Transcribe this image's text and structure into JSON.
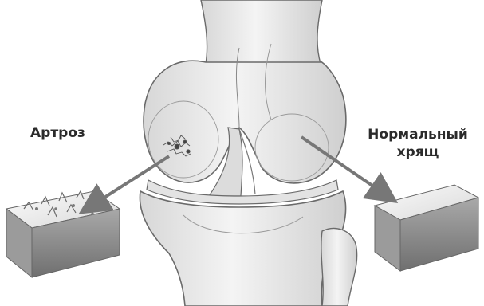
{
  "labels": {
    "left": "Артроз",
    "right_line1": "Нормальный",
    "right_line2": "хрящ"
  },
  "colors": {
    "bone_fill": "#ececec",
    "bone_stroke": "#6a6a6a",
    "cartilage_top": "#f2f2f2",
    "cartilage_side": "#8d8d8d",
    "arrow": "#777777",
    "text": "#2b2b2b"
  },
  "icons": [
    "knee-joint-illustration",
    "arthrosis-cartilage-sample",
    "normal-cartilage-sample",
    "pointer-arrow"
  ]
}
